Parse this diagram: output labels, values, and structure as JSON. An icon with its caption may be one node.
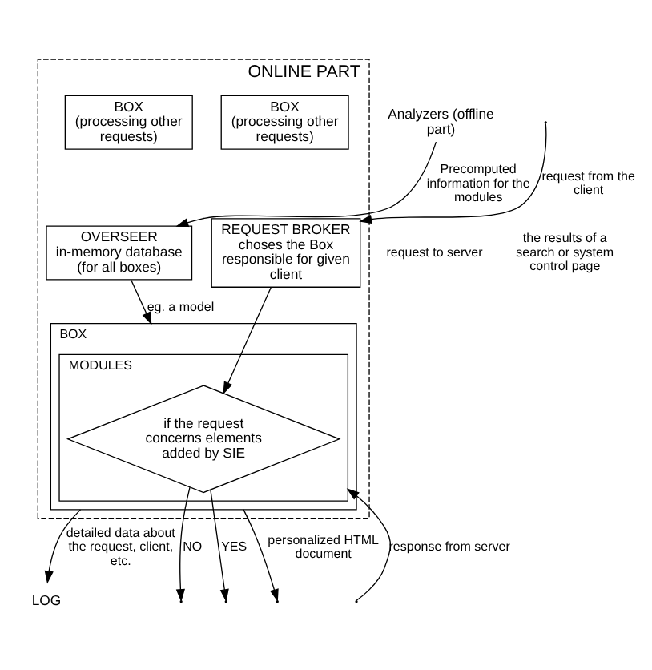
{
  "diagram": {
    "nodes": [
      {
        "text": [
          "ONLINE PART"
        ]
      },
      {
        "text": [
          "BOX",
          "(processing other requests)"
        ],
        "in": 0
      },
      {
        "text": [
          "BOX",
          "(processing other requests)"
        ],
        "in": 0
      },
      {
        "text": [
          "BOX"
        ],
        "in": 0
      },
      {
        "text": [
          "REQUEST BROKER",
          "choses the Box responsible for given client"
        ],
        "in": 0
      },
      {
        "text": [
          "MODULES"
        ],
        "in": 3
      },
      {
        "text": [
          "if the request concerns elements added by SIE"
        ],
        "in": 5
      },
      {
        "text": [
          "OVERSEER",
          "in-memory database (for all boxes)"
        ],
        "in": 0
      },
      {
        "text": [
          "LOG"
        ]
      },
      {
        "text": [
          "Analyzers (offline part)"
        ]
      }
    ],
    "edges": [
      {
        "from": null,
        "to": 4,
        "arrow": "to",
        "label": "request from the client"
      },
      {
        "from": 4,
        "to": 6,
        "arrow": "to"
      },
      {
        "from": 6,
        "to": null,
        "arrow": "to",
        "label": "NO"
      },
      {
        "from": 6,
        "to": null,
        "arrow": "to",
        "label": "YES"
      },
      {
        "from": null,
        "to": 5,
        "arrow": "to",
        "label": "response from server"
      },
      {
        "from": 3,
        "to": null,
        "arrow": "to",
        "label": "personalized HTML document"
      },
      {
        "from": 3,
        "to": 8,
        "arrow": "to",
        "label": "detailed data about the request, client, etc."
      },
      {
        "from": 7,
        "to": 3,
        "arrow": "to",
        "label": "eg. a model"
      },
      {
        "from": 9,
        "to": 7,
        "arrow": "to",
        "label": "Precomputed information for the modules"
      }
    ],
    "labels": [
      "request to server",
      "the results of a search or system control page"
    ]
  }
}
